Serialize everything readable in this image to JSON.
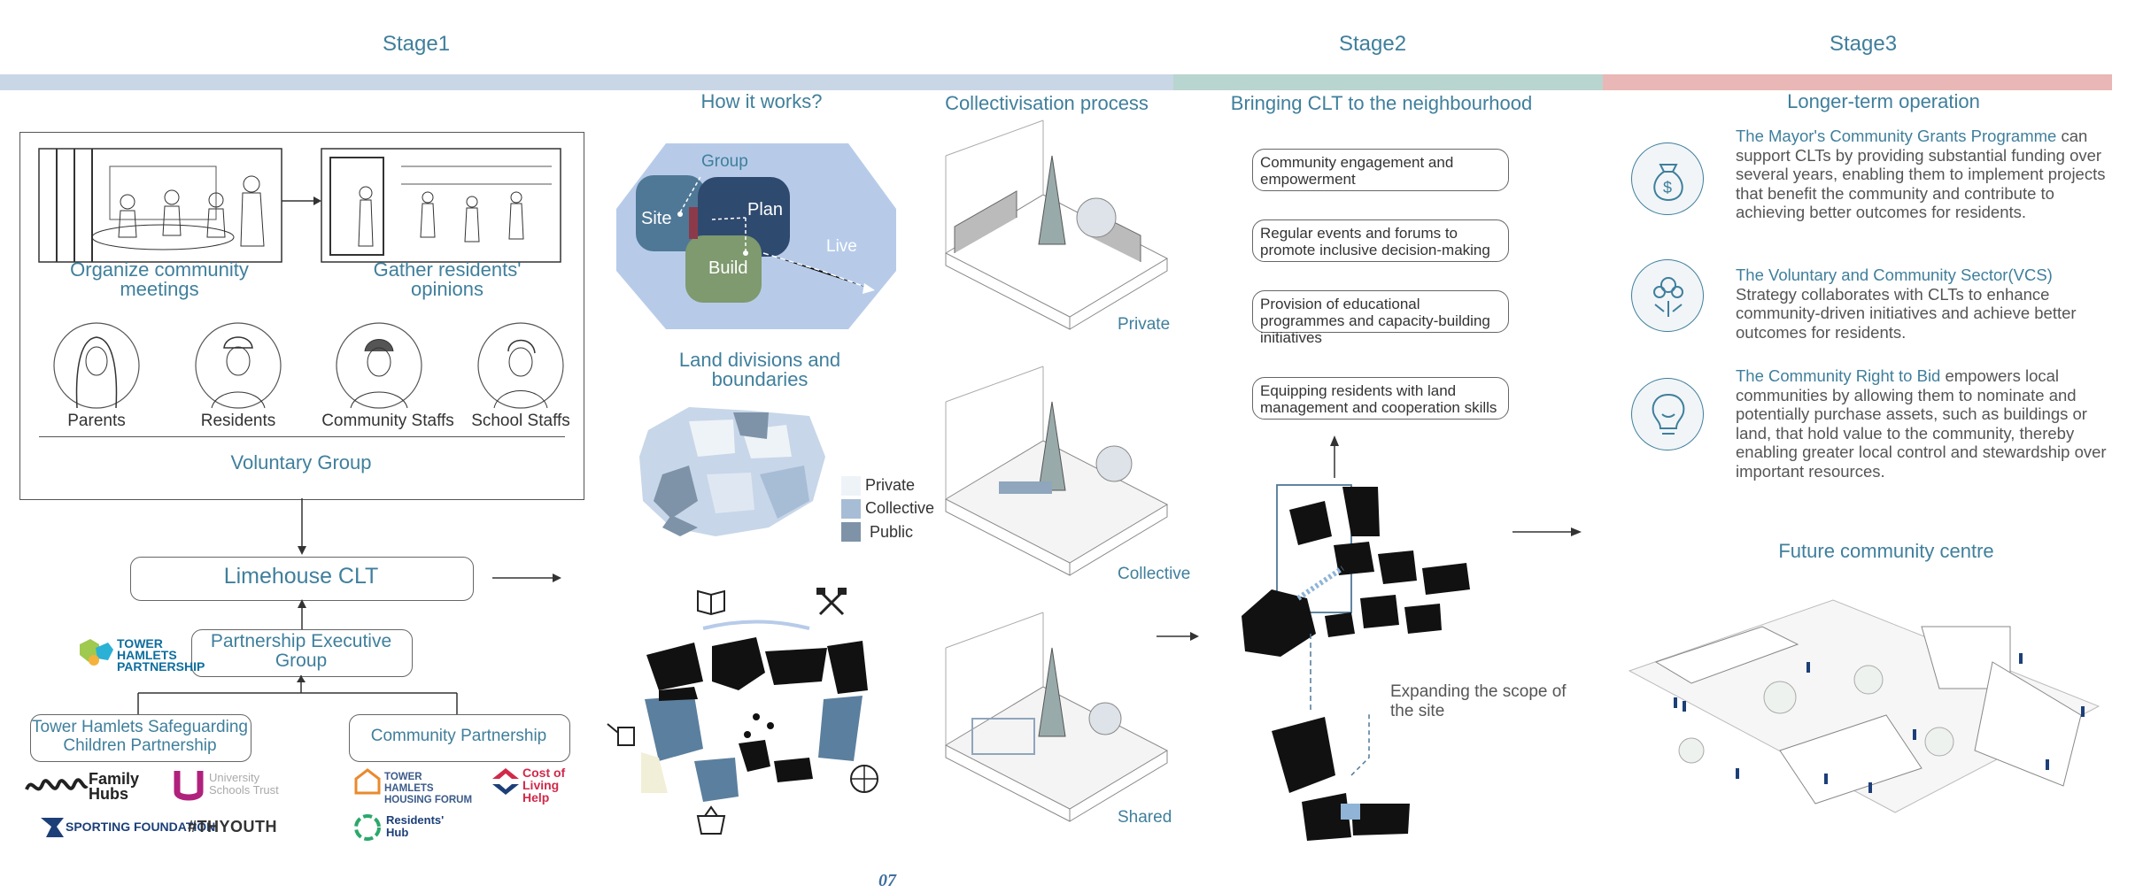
{
  "stages": {
    "stage1": "Stage1",
    "stage2": "Stage2",
    "stage3": "Stage3"
  },
  "colors": {
    "stage1_bar": "#c9d6e6",
    "stage2_bar": "#b9d5cf",
    "stage3_bar": "#e9b7b5",
    "accent": "#3f7f9c",
    "hex_light": "#b7cbe9",
    "site": "#4f7897",
    "plan": "#2f4a6f",
    "build": "#7e9a6e"
  },
  "stage1": {
    "meetings_label": "Organize community meetings",
    "opinions_label": "Gather residents' opinions",
    "people": [
      "Parents",
      "Residents",
      "Community Staffs",
      "School Staffs"
    ],
    "voluntary_group": "Voluntary Group",
    "limehouse": "Limehouse CLT",
    "partnership_exec": "Partnership Executive Group",
    "tower_hamlets_partnership_logo": "TOWER HAMLETS PARTNERSHIP",
    "safeguarding": "Tower Hamlets Safeguarding Children Partnership",
    "community_partnership": "Community Partnership",
    "logos_left": [
      "Family Hubs",
      "University Schools Trust",
      "SPORTING FOUNDATION",
      "#THYOUTH"
    ],
    "logos_right": [
      "TOWER HAMLETS HOUSING FORUM",
      "Cost of Living Help",
      "Residents' Hub"
    ]
  },
  "how_it_works": {
    "title": "How it works?",
    "labels": [
      "Group",
      "Site",
      "Plan",
      "Build",
      "Live"
    ]
  },
  "land_divisions": {
    "title": "Land divisions and boundaries",
    "legend": [
      "Private",
      "Collective",
      "Public"
    ],
    "legend_colors": [
      "#eef3f8",
      "#a7bdd6",
      "#7e93a8"
    ]
  },
  "collectivisation": {
    "title": "Collectivisation process",
    "panels": [
      "Private",
      "Collective",
      "Shared"
    ]
  },
  "stage2": {
    "title": "Bringing CLT to the neighbourhood",
    "steps": [
      "Community engagement and empowerment",
      "Regular events and forums to promote inclusive decision-making",
      "Provision of educational programmes and capacity-building initiatives",
      "Equipping residents with land management and cooperation skills"
    ],
    "expanding": "Expanding the scope of the site"
  },
  "stage3": {
    "title": "Longer-term operation",
    "items": [
      {
        "icon": "money-bag-icon",
        "highlight": "The Mayor's Community Grants Programme",
        "text": " can support CLTs by providing substantial funding over several years, enabling them to implement projects that benefit the community and contribute to achieving better outcomes for residents."
      },
      {
        "icon": "community-network-icon",
        "highlight": "The Voluntary and Community Sector(VCS)",
        "text": " Strategy collaborates with CLTs to enhance community-driven initiatives and achieve better outcomes for residents."
      },
      {
        "icon": "lightbulb-icon",
        "highlight": "The Community Right to Bid",
        "text": " empowers local communities by allowing them to nominate and potentially purchase assets, such as buildings or land, that hold value to the community, thereby enabling greater local control and stewardship over important resources."
      }
    ],
    "future_title": "Future community centre"
  },
  "page_number": "07"
}
